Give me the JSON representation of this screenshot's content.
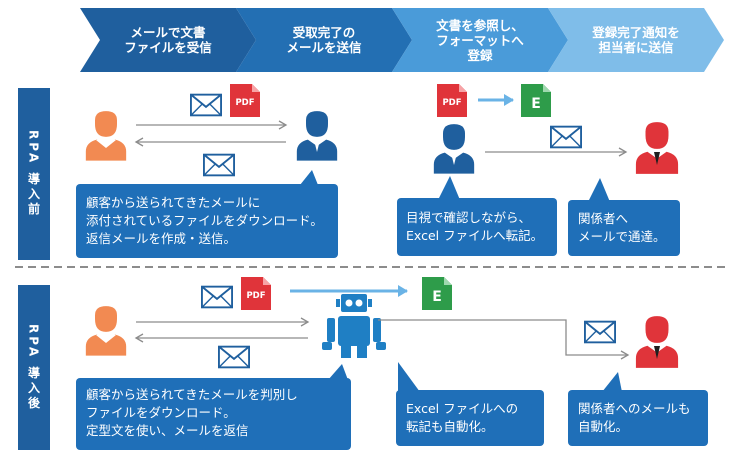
{
  "steps": [
    {
      "label": "メールで文書\nファイルを受信",
      "color": "#1f5f9e"
    },
    {
      "label": "受取完了の\nメールを送信",
      "color": "#236fb3"
    },
    {
      "label": "文書を参照し、\nフォーマットへ\n登録",
      "color": "#4a9bd9"
    },
    {
      "label": "登録完了通知を\n担当者に送信",
      "color": "#7fbde9"
    }
  ],
  "sections": {
    "before": {
      "label": "RPA 導入前"
    },
    "after": {
      "label": "RPA 導入後"
    }
  },
  "icons": {
    "pdf": "PDF",
    "excel": "E"
  },
  "bubbles_before": [
    "顧客から送られてきたメールに\n添付されているファイルをダウンロード。\n返信メールを作成・送信。",
    "目視で確認しながら、\nExcel ファイルへ転記。",
    "関係者へ\nメールで通達。"
  ],
  "bubbles_after": [
    "顧客から送られてきたメールを判別し\nファイルをダウンロード。\n定型文を使い、メールを返信",
    "Excel ファイルへの\n転記も自動化。",
    "関係者へのメールも\n自動化。"
  ],
  "colors": {
    "customer": "#f28a52",
    "staff": "#1f5f9e",
    "manager": "#e0343a",
    "robot": "#1f7fc4",
    "bubble": "#1f6fb8",
    "pdf": "#e0343a",
    "excel": "#2e9c4a",
    "arrow_gray": "#8c8c8c",
    "arrow_blue": "#6ab3e6"
  }
}
